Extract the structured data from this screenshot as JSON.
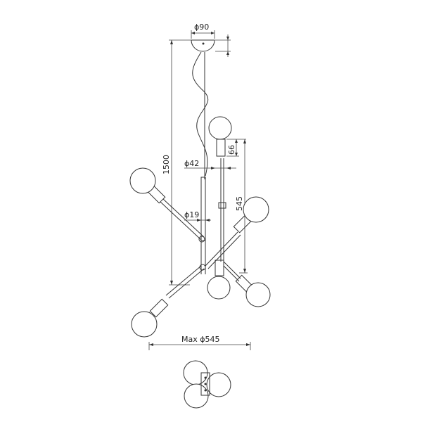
{
  "dimensions": {
    "canopy_diameter": "ϕ90",
    "total_height": "1500",
    "socket_height": "66",
    "tube_diameter": "ϕ42",
    "arm_span_height": "545",
    "rod_diameter": "ϕ19",
    "max_diameter": "Max ϕ545"
  }
}
